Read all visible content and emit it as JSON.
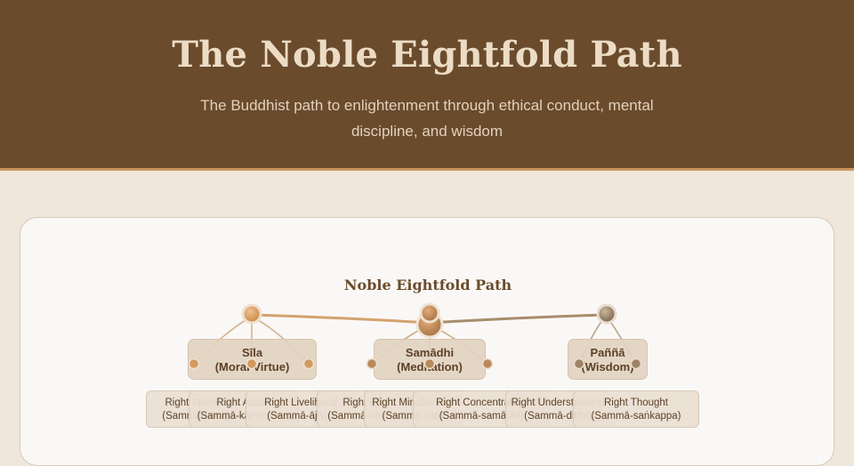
{
  "header": {
    "title": "The Noble Eightfold Path",
    "subtitle": "The Buddhist path to enlightenment through ethical conduct, mental discipline, and wisdom"
  },
  "diagram": {
    "title": "Noble Eightfold Path",
    "pillars": [
      {
        "id": "sila",
        "name": "Sīla",
        "subtitle": "(Moral Virtue)",
        "color": "#d39a5c"
      },
      {
        "id": "samadhi",
        "name": "Samādhi",
        "subtitle": "(Meditation)",
        "color": "#c48d55"
      },
      {
        "id": "panna",
        "name": "Paññā",
        "subtitle": "(Wisdom)",
        "color": "#9b8468"
      }
    ],
    "factors": [
      {
        "name": "Right Speech",
        "pali": "(Sammā-vācā)",
        "pillar": "sila"
      },
      {
        "name": "Right Action",
        "pali": "(Sammā-kammanta)",
        "pillar": "sila"
      },
      {
        "name": "Right Livelihood",
        "pali": "(Sammā-ājīva)",
        "pillar": "sila"
      },
      {
        "name": "Right Effort",
        "pali": "(Sammā-vāyāma)",
        "pillar": "samadhi"
      },
      {
        "name": "Right Mindfulness",
        "pali": "(Sammā-sati)",
        "pillar": "samadhi"
      },
      {
        "name": "Right Concentration",
        "pali": "(Sammā-samādhi)",
        "pillar": "samadhi"
      },
      {
        "name": "Right Understanding",
        "pali": "(Sammā-diṭṭhi)",
        "pillar": "panna"
      },
      {
        "name": "Right Thought",
        "pali": "(Sammā-saṅkappa)",
        "pillar": "panna"
      }
    ]
  }
}
